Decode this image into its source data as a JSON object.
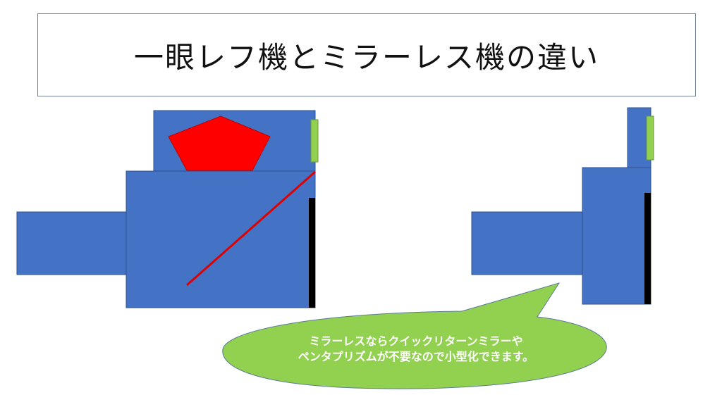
{
  "title": "一眼レフ機とミラーレス機の違い",
  "callout": {
    "line1": "ミラーレスならクイックリターンミラーや",
    "line2": "ペンタプリズムが不要なので小型化できます。"
  },
  "colors": {
    "body": "#4472c4",
    "prism": "#ff0000",
    "mirror": "#e00000",
    "viewfinder": "#92d050",
    "sensor": "#000000",
    "callout": "#92d050",
    "border": "#2f528f"
  }
}
